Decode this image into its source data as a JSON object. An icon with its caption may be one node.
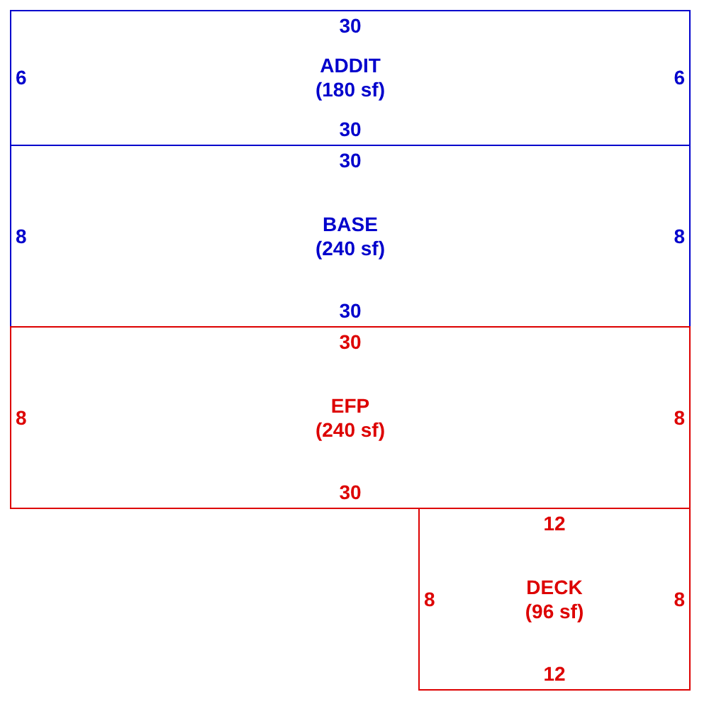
{
  "diagram": {
    "nodes": [
      {
        "text": [
          "30",
          "6",
          "ADDIT",
          "(180 sf)",
          "6",
          "30"
        ]
      },
      {
        "text": [
          "30",
          "8",
          "BASE",
          "(240 sf)",
          "8",
          "30"
        ]
      },
      {
        "text": [
          "30",
          "8",
          "EFP",
          "(240 sf)",
          "8",
          "30"
        ]
      },
      {
        "text": [
          "12",
          "8",
          "DECK",
          "(96 sf)",
          "8",
          "12"
        ]
      }
    ]
  }
}
